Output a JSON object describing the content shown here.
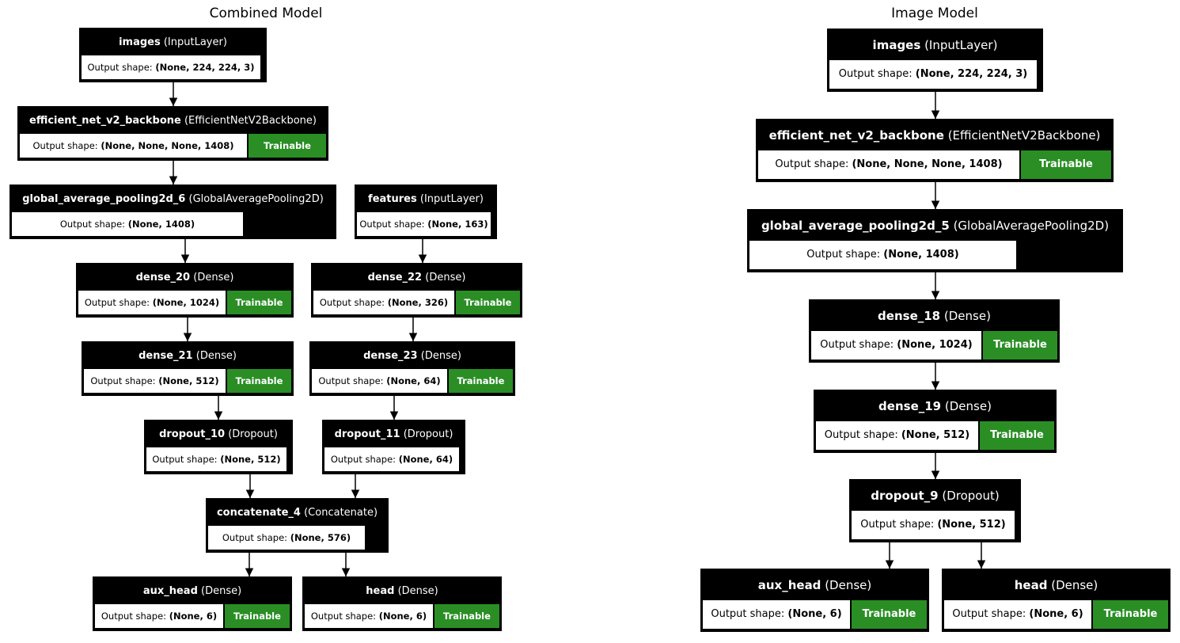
{
  "combined": {
    "title": "Combined Model",
    "nodes": {
      "images": {
        "name": "images",
        "type": "(InputLayer)",
        "shape": "(None, 224, 224, 3)"
      },
      "backbone": {
        "name": "efficient_net_v2_backbone",
        "type": "(EfficientNetV2Backbone)",
        "shape": "(None, None, None, 1408)",
        "trainable": "Trainable"
      },
      "gap": {
        "name": "global_average_pooling2d_6",
        "type": "(GlobalAveragePooling2D)",
        "shape": "(None, 1408)"
      },
      "features": {
        "name": "features",
        "type": "(InputLayer)",
        "shape": "(None, 163)"
      },
      "dense20": {
        "name": "dense_20",
        "type": "(Dense)",
        "shape": "(None, 1024)",
        "trainable": "Trainable"
      },
      "dense22": {
        "name": "dense_22",
        "type": "(Dense)",
        "shape": "(None, 326)",
        "trainable": "Trainable"
      },
      "dense21": {
        "name": "dense_21",
        "type": "(Dense)",
        "shape": "(None, 512)",
        "trainable": "Trainable"
      },
      "dense23": {
        "name": "dense_23",
        "type": "(Dense)",
        "shape": "(None, 64)",
        "trainable": "Trainable"
      },
      "dropout10": {
        "name": "dropout_10",
        "type": "(Dropout)",
        "shape": "(None, 512)"
      },
      "dropout11": {
        "name": "dropout_11",
        "type": "(Dropout)",
        "shape": "(None, 64)"
      },
      "concat": {
        "name": "concatenate_4",
        "type": "(Concatenate)",
        "shape": "(None, 576)"
      },
      "auxhead": {
        "name": "aux_head",
        "type": "(Dense)",
        "shape": "(None, 6)",
        "trainable": "Trainable"
      },
      "head": {
        "name": "head",
        "type": "(Dense)",
        "shape": "(None, 6)",
        "trainable": "Trainable"
      }
    }
  },
  "image": {
    "title": "Image Model",
    "nodes": {
      "images": {
        "name": "images",
        "type": "(InputLayer)",
        "shape": "(None, 224, 224, 3)"
      },
      "backbone": {
        "name": "efficient_net_v2_backbone",
        "type": "(EfficientNetV2Backbone)",
        "shape": "(None, None, None, 1408)",
        "trainable": "Trainable"
      },
      "gap": {
        "name": "global_average_pooling2d_5",
        "type": "(GlobalAveragePooling2D)",
        "shape": "(None, 1408)"
      },
      "dense18": {
        "name": "dense_18",
        "type": "(Dense)",
        "shape": "(None, 1024)",
        "trainable": "Trainable"
      },
      "dense19": {
        "name": "dense_19",
        "type": "(Dense)",
        "shape": "(None, 512)",
        "trainable": "Trainable"
      },
      "dropout9": {
        "name": "dropout_9",
        "type": "(Dropout)",
        "shape": "(None, 512)"
      },
      "auxhead": {
        "name": "aux_head",
        "type": "(Dense)",
        "shape": "(None, 6)",
        "trainable": "Trainable"
      },
      "head": {
        "name": "head",
        "type": "(Dense)",
        "shape": "(None, 6)",
        "trainable": "Trainable"
      }
    }
  },
  "labels": {
    "output_shape": "Output shape: "
  },
  "colors": {
    "node_background": "#000000",
    "trainable_badge": "#2a8e25",
    "edge": "#000000"
  }
}
